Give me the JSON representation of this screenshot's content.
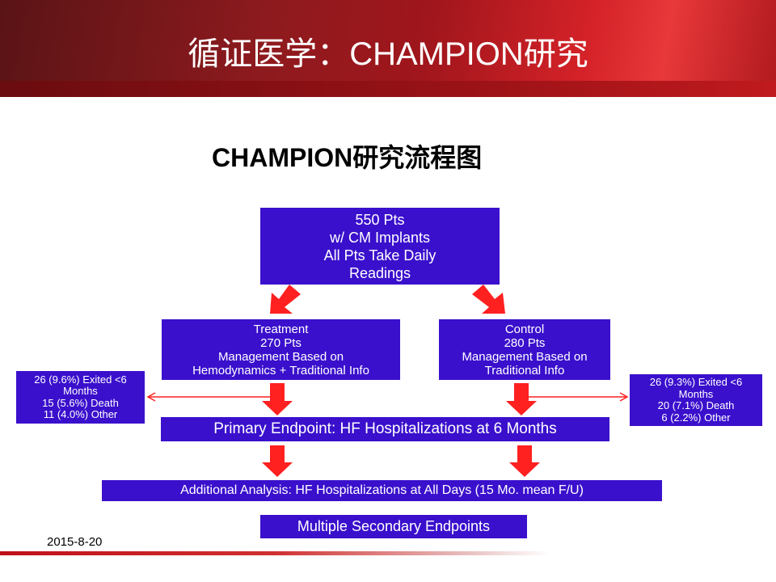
{
  "header": {
    "title": "循证医学：CHAMPION研究"
  },
  "subtitle": "CHAMPION研究流程图",
  "flow": {
    "start": [
      "550 Pts",
      "w/ CM Implants",
      "All Pts Take Daily",
      "Readings"
    ],
    "treatment": [
      "Treatment",
      "270 Pts",
      "Management Based on",
      "Hemodynamics + Traditional Info"
    ],
    "control": [
      "Control",
      "280 Pts",
      "Management Based on",
      "Traditional Info"
    ],
    "treatment_exit": [
      "26 (9.6%) Exited <6",
      "Months",
      "15 (5.6%) Death",
      "11 (4.0%) Other"
    ],
    "control_exit": [
      "26 (9.3%) Exited <6",
      "Months",
      "20 (7.1%) Death",
      "6 (2.2%) Other"
    ],
    "primary": "Primary Endpoint: HF Hospitalizations at 6 Months",
    "additional": "Additional Analysis: HF Hospitalizations at All Days (15 Mo. mean F/U)",
    "secondary": "Multiple Secondary Endpoints"
  },
  "footer": {
    "date": "2015-8-20"
  },
  "colors": {
    "box": "#3a10cc",
    "arrow": "#ff2020"
  }
}
